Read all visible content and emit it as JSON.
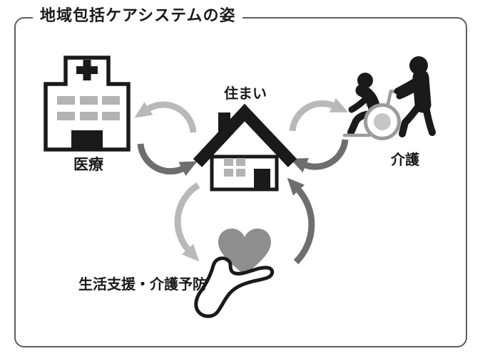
{
  "diagram": {
    "title": "地域包括ケアシステムの姿",
    "center_node": {
      "label": "住まい",
      "icon": "house-icon"
    },
    "nodes": [
      {
        "label": "医療",
        "icon": "hospital-icon",
        "position": "left"
      },
      {
        "label": "介護",
        "icon": "wheelchair-caregiver-icon",
        "position": "right"
      },
      {
        "label": "生活支援・介護予防",
        "icon": "heart-in-hand-icon",
        "position": "bottom"
      }
    ],
    "relations": [
      {
        "from": "住まい",
        "to": "医療",
        "style": "circular two-way arrows"
      },
      {
        "from": "住まい",
        "to": "介護",
        "style": "circular two-way arrows"
      },
      {
        "from": "住まい",
        "to": "生活支援・介護予防",
        "style": "circular two-way arrows"
      }
    ],
    "colors": {
      "ink": "#1a1a1a",
      "arrow_light": "#b9b9b9",
      "arrow_dark": "#6e6e6e",
      "heart_gray": "#8e8e8e",
      "window_gray": "#b3b3b3",
      "wheel_gray": "#9c9c9c",
      "wheel_hub_gray": "#c6c6c6",
      "frame_border": "#5e5e5e",
      "background": "#ffffff"
    }
  }
}
